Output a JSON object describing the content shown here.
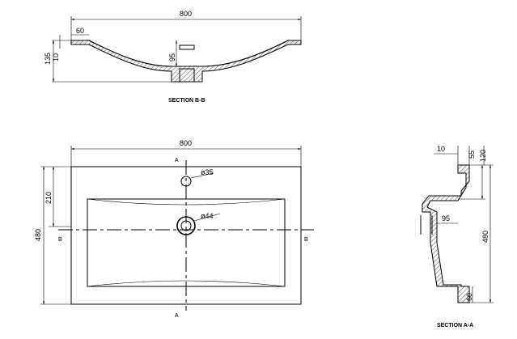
{
  "section_bb": {
    "title": "SECTION B-B",
    "dim_width": "800",
    "dim_rim": "60",
    "dim_height": "135",
    "dim_top": "10",
    "dim_depth": "95"
  },
  "plan": {
    "dim_width": "800",
    "dim_length": "480",
    "dim_offset": "210",
    "tap_hole": "ø35",
    "drain_hole": "ø44",
    "marker_a_top": "A",
    "marker_a_bottom": "A",
    "marker_b_left": "B",
    "marker_b_right": "B"
  },
  "section_aa": {
    "title": "SECTION A-A",
    "dim_rim": "10",
    "dim_55": "55",
    "dim_120": "120",
    "dim_95": "95",
    "dim_480": "480",
    "dim_60": "60"
  }
}
